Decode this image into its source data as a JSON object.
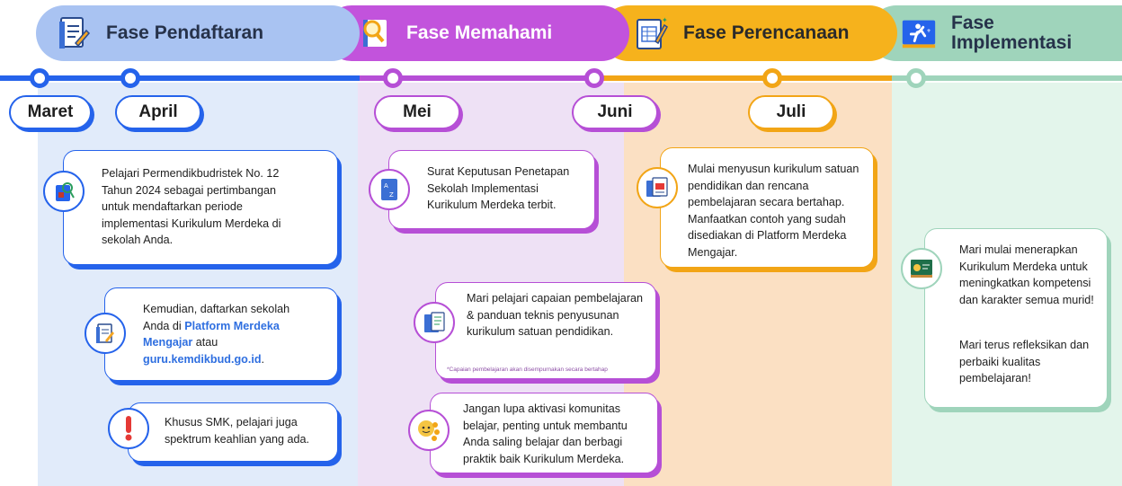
{
  "colors": {
    "blue": "#2563eb",
    "blue_bg": "#e3edfb",
    "purple": "#b64fd6",
    "purple_bg": "#efe3f6",
    "orange": "#f2a516",
    "orange_bg": "#fbe1c4",
    "green": "#8fd0b0",
    "green_bg": "#e4f5ec"
  },
  "phases": [
    {
      "label": "Fase Pendaftaran",
      "icon": "document-pencil-icon"
    },
    {
      "label": "Fase Memahami",
      "icon": "magnifier-book-icon"
    },
    {
      "label": "Fase Perencanaan",
      "icon": "clipboard-plan-icon"
    },
    {
      "label": "Fase Implementasi",
      "line1": "Fase",
      "line2": "Implementasi",
      "icon": "teacher-board-icon"
    }
  ],
  "months": [
    "Maret",
    "April",
    "Mei",
    "Juni",
    "Juli"
  ],
  "cards": {
    "c1": "Pelajari Permendikbudristek No. 12 Tahun 2024 sebagai pertimbangan untuk mendaftarkan periode implementasi Kurikulum Merdeka di sekolah Anda.",
    "c2_pre": "Kemudian, daftarkan sekolah Anda di ",
    "c2_link1": "Platform Merdeka Mengajar",
    "c2_mid": " atau ",
    "c2_link2": "guru.kemdikbud.go.id",
    "c2_post": ".",
    "c3": "Khusus SMK, pelajari juga spektrum keahlian yang ada.",
    "c4": "Surat Keputusan Penetapan Sekolah Implementasi Kurikulum Merdeka terbit.",
    "c5": "Mari pelajari capaian pembelajaran & panduan teknis penyusunan kurikulum satuan pendidikan.",
    "c5_note": "*Capaian pembelajaran akan disempurnakan secara bertahap",
    "c6": "Jangan lupa aktivasi komunitas belajar, penting untuk membantu Anda saling belajar dan berbagi praktik baik Kurikulum Merdeka.",
    "c7": "Mulai menyusun kurikulum satuan pendidikan dan rencana pembelajaran secara bertahap. Manfaatkan contoh yang sudah disediakan di Platform Merdeka Mengajar.",
    "c8a": "Mari mulai menerapkan Kurikulum Merdeka untuk meningkatkan kompetensi dan karakter semua murid!",
    "c8b": "Mari terus refleksikan dan perbaiki kualitas pembelajaran!"
  }
}
